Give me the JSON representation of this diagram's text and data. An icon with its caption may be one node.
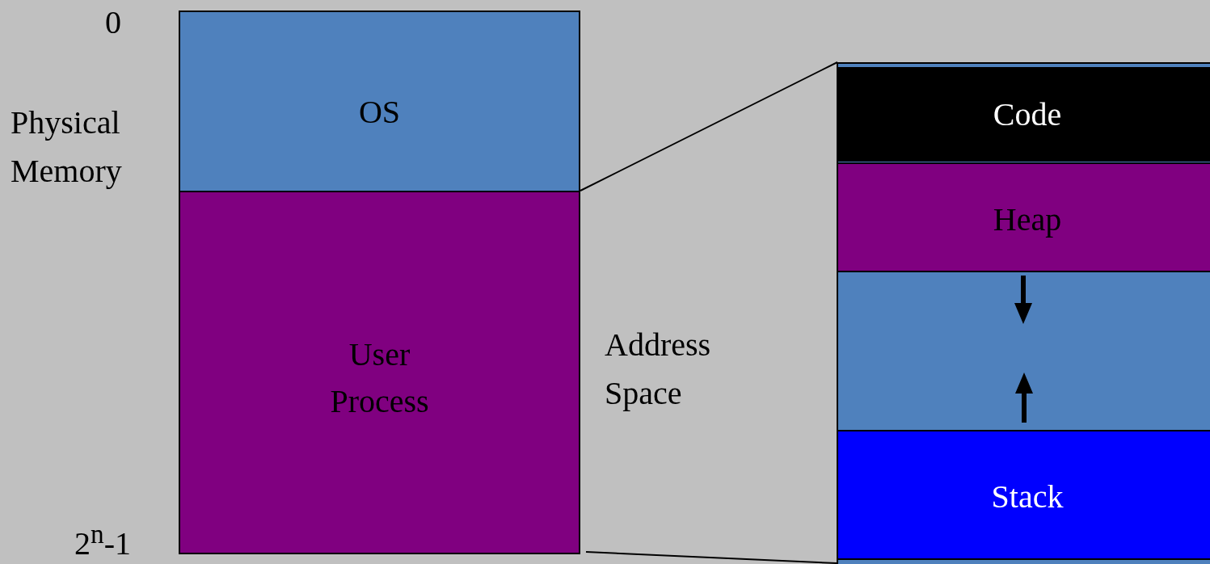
{
  "diagram": {
    "nodes": [
      {
        "text": [
          "OS"
        ]
      },
      {
        "text": [
          "User Process"
        ]
      },
      {
        "text": [],
        "shape": "box"
      },
      {
        "text": [
          "Code"
        ],
        "in": 2
      },
      {
        "text": [
          "Heap"
        ],
        "in": 2
      },
      {
        "text": [],
        "shape": "box",
        "in": 2
      },
      {
        "text": [
          "Stack"
        ],
        "in": 2
      }
    ],
    "edges": [
      {
        "from": 1,
        "to": 2,
        "arrow": "none"
      },
      {
        "from": 1,
        "to": 2,
        "arrow": "none"
      }
    ],
    "labels": [
      "0",
      "Physical Memory",
      "Address Space",
      "2$^{n}$-1"
    ]
  }
}
